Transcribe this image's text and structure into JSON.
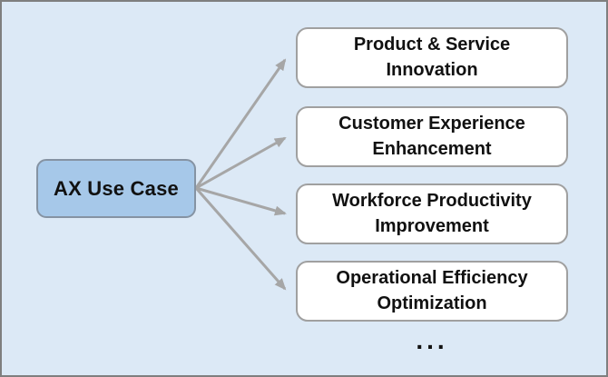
{
  "diagram": {
    "root": {
      "label": "AX Use Case"
    },
    "use_cases": [
      {
        "lines": [
          "Product & Service",
          "Innovation"
        ]
      },
      {
        "lines": [
          "Customer Experience",
          "Enhancement"
        ]
      },
      {
        "lines": [
          "Workforce Productivity",
          "Improvement"
        ]
      },
      {
        "lines": [
          "Operational Efficiency",
          "Optimization"
        ]
      }
    ],
    "ellipsis": "..."
  },
  "colors": {
    "canvas_background": "#dce9f6",
    "frame_border": "#7f7f7f",
    "root_fill": "#a6c8e9",
    "root_border": "#8593a3",
    "node_fill": "#ffffff",
    "node_border": "#a0a0a0",
    "arrow": "#a6a6a6",
    "text": "#111111"
  }
}
